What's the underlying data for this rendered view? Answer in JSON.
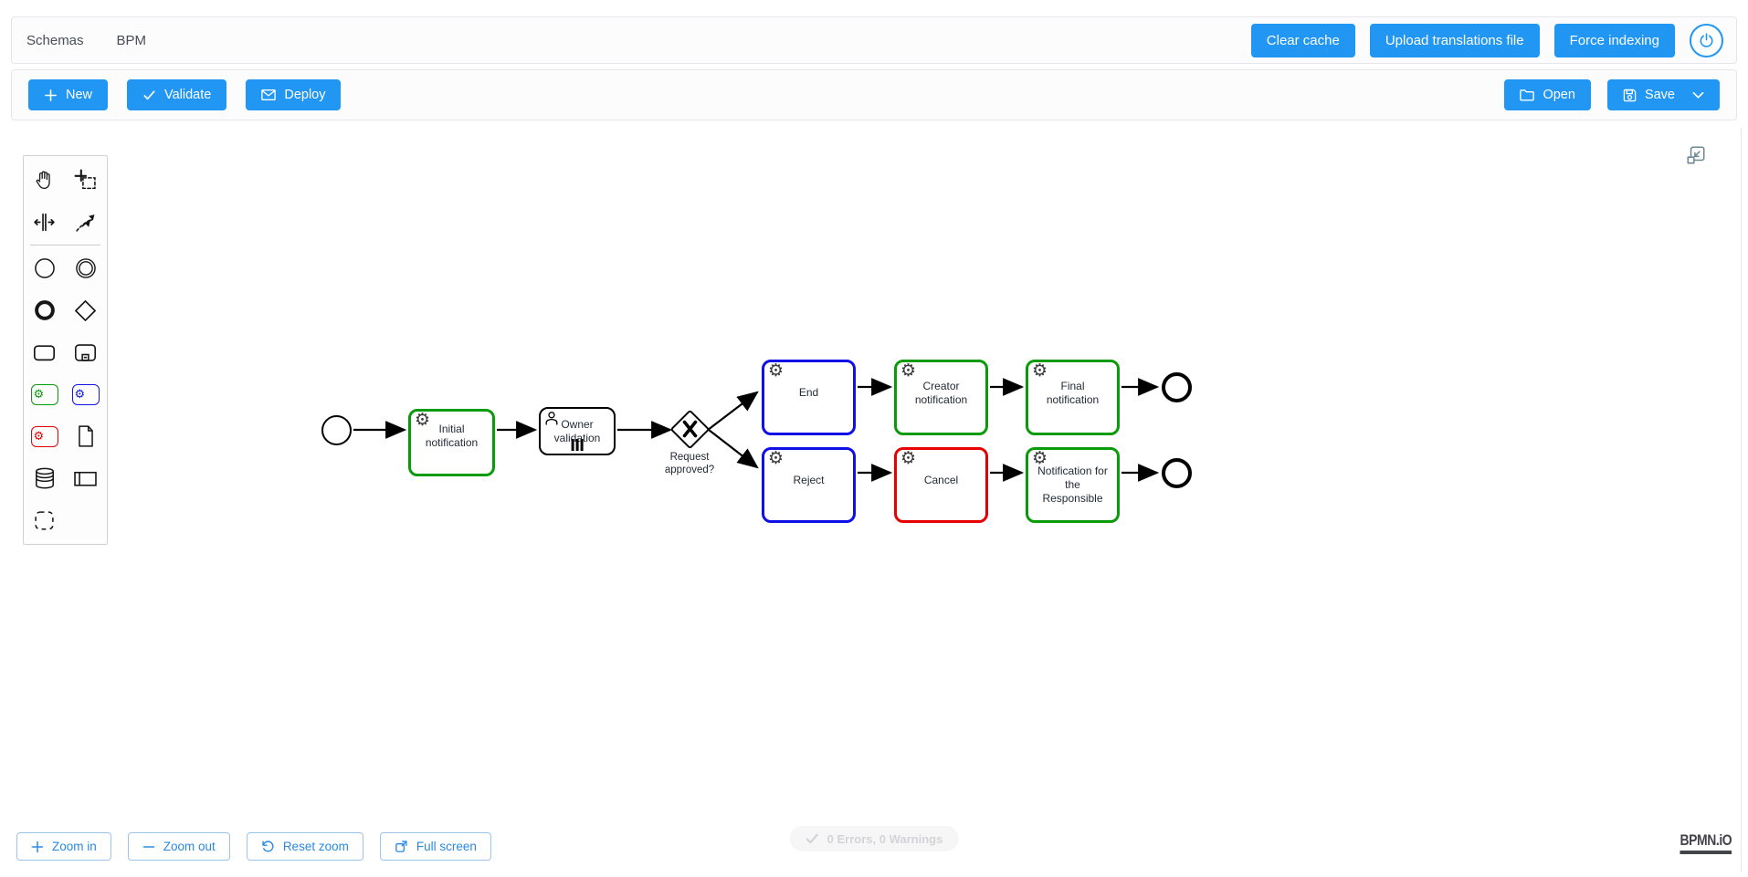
{
  "header": {
    "tabs": [
      {
        "label": "Schemas"
      },
      {
        "label": "BPM"
      }
    ],
    "buttons": [
      {
        "label": "Clear cache"
      },
      {
        "label": "Upload translations file"
      },
      {
        "label": "Force indexing"
      }
    ],
    "power_icon": "power-icon"
  },
  "toolbar": {
    "new_label": "New",
    "validate_label": "Validate",
    "deploy_label": "Deploy",
    "open_label": "Open",
    "save_label": "Save"
  },
  "palette": {
    "icons": [
      "hand-tool-icon",
      "lasso-tool-icon",
      "space-tool-icon",
      "global-connect-tool-icon",
      "start-event-icon",
      "intermediate-event-icon",
      "end-event-icon",
      "gateway-icon",
      "task-icon",
      "subprocess-icon",
      "service-task-green-icon",
      "service-task-blue-icon",
      "service-task-red-icon",
      "data-object-icon",
      "data-store-icon",
      "participant-icon",
      "group-icon"
    ]
  },
  "diagram": {
    "gateway_label": "Request approved?",
    "nodes": {
      "initial": {
        "label": "Initial notification",
        "color": "#0a9b0a"
      },
      "owner": {
        "label": "Owner validation",
        "color": "#000000",
        "marker": "multi-instance-parallel"
      },
      "end": {
        "label": "End",
        "color": "#0f0fe6"
      },
      "creator": {
        "label": "Creator notification",
        "color": "#0a9b0a"
      },
      "final": {
        "label": "Final notification",
        "color": "#0a9b0a"
      },
      "reject": {
        "label": "Reject",
        "color": "#0f0fe6"
      },
      "cancel": {
        "label": "Cancel",
        "color": "#e60000"
      },
      "responsible": {
        "label": "Notification for the Responsible",
        "color": "#0a9b0a"
      }
    },
    "events": [
      "start-event",
      "end-event-top",
      "end-event-bottom"
    ]
  },
  "footer": {
    "zoom_controls": [
      {
        "label": "Zoom in",
        "icon": "plus-icon"
      },
      {
        "label": "Zoom out",
        "icon": "minus-icon"
      },
      {
        "label": "Reset zoom",
        "icon": "rotate-ccw-icon"
      },
      {
        "label": "Full screen",
        "icon": "fullscreen-icon"
      }
    ],
    "status": "0 Errors, 0 Warnings",
    "logo": "BPMN.iO"
  },
  "colors": {
    "primary": "#2196f3",
    "task_green": "#0a9b0a",
    "task_blue": "#0f0fe6",
    "task_red": "#e60000",
    "stroke": "#000000"
  }
}
